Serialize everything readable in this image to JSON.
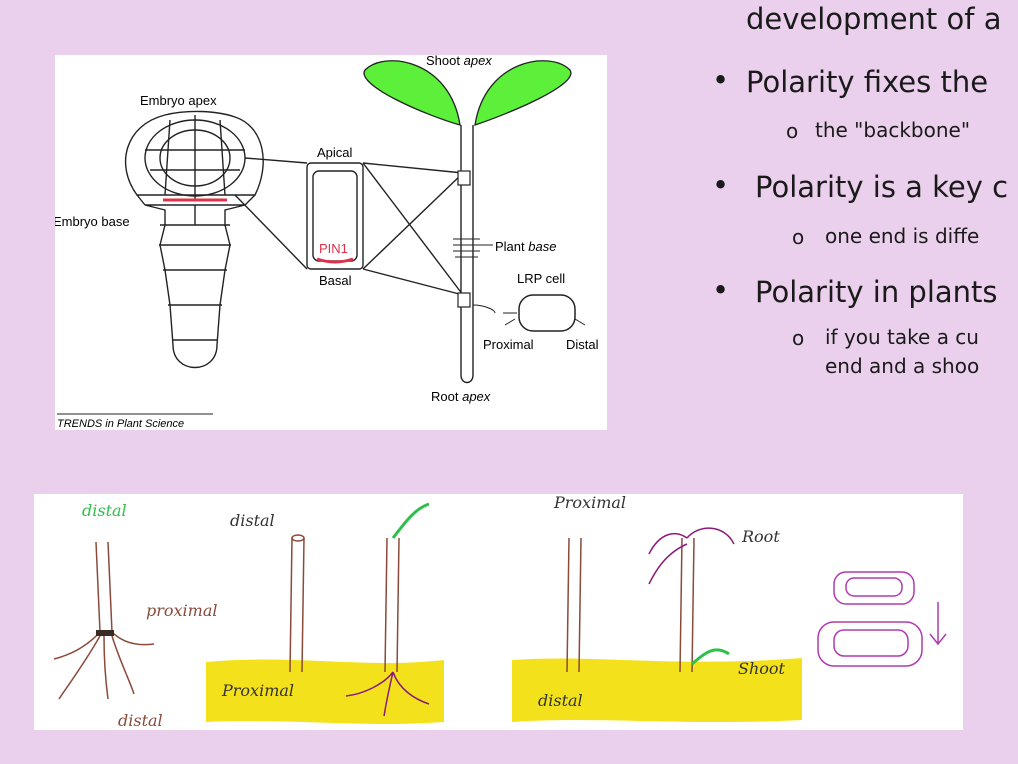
{
  "bullets": {
    "line0": "development of a",
    "b1": "Polarity fixes the",
    "b1_sub": "the \"backbone\"",
    "b2": "Polarity is a key c",
    "b2_sub": "one end is diffe",
    "b3": "Polarity in plants",
    "b3_sub1": "if you take a cu",
    "b3_sub2": "end and a shoo"
  },
  "fig1": {
    "embryo_apex": "Embryo apex",
    "embryo_base": "Embryo base",
    "apical": "Apical",
    "basal": "Basal",
    "pin1": "PIN1",
    "shoot_apex_word1": "Shoot",
    "shoot_apex_word2": "apex",
    "plant_base_word1": "Plant",
    "plant_base_word2": "base",
    "lrp_cell": "LRP cell",
    "proximal": "Proximal",
    "distal": "Distal",
    "root_apex_word1": "Root",
    "root_apex_word2": "apex",
    "credit": "TRENDS in Plant Science"
  },
  "fig2": {
    "distal_green": "distal",
    "proximal_left": "proximal",
    "distal_bottom": "distal",
    "distal_top": "distal",
    "proximal_soil": "Proximal",
    "proximal_top": "Proximal",
    "distal_soil": "distal",
    "root": "Root",
    "shoot": "Shoot"
  },
  "colors": {
    "background": "#ead0ec",
    "leaf_green": "#5cf03a",
    "pin1_red": "#e0304a",
    "soil_yellow": "#f3e21b",
    "stem_brown": "#8b4a3a",
    "root_purple": "#8a1a7a",
    "shoot_green": "#2fbf4a"
  }
}
